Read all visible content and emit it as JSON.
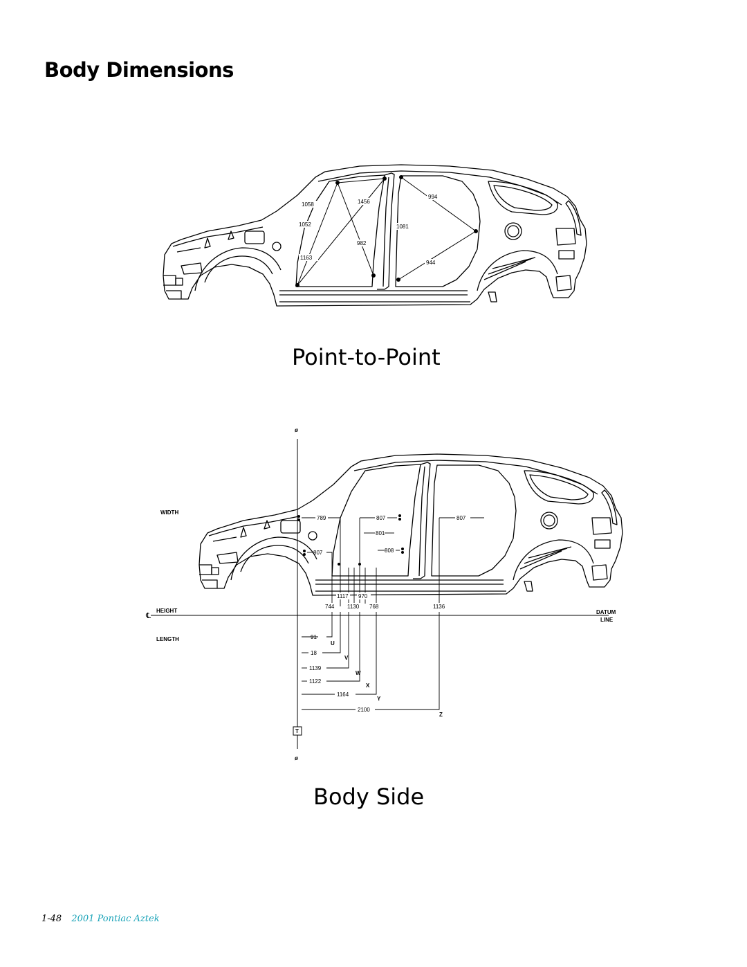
{
  "page": {
    "title": "Body Dimensions",
    "footer_page": "1-48",
    "footer_book": "2001 Pontiac Aztek"
  },
  "diagram1": {
    "caption": "Point-to-Point",
    "labels": {
      "d1058": "1058",
      "d1456": "1456",
      "d994": "994",
      "d1052": "1052",
      "d1081": "1081",
      "d982": "982",
      "d1163": "1163",
      "d944": "944"
    }
  },
  "diagram2": {
    "caption": "Body Side",
    "labels": {
      "phi_top": "ø",
      "phi_bottom": "ø",
      "t_box": "T",
      "width": "WIDTH",
      "height": "HEIGHT",
      "length": "LENGTH",
      "datum1": "DATUM",
      "datum2": "LINE",
      "w789": "789",
      "w807a": "807",
      "w807b": "807",
      "w801": "801",
      "w807c": "807",
      "w808": "808",
      "h1117": "1117",
      "h970": "970",
      "h744": "744",
      "h1130": "1130",
      "h768": "768",
      "h1136": "1136",
      "l91": "91",
      "lU": "U",
      "l18": "18",
      "lV": "V",
      "l1139": "1139",
      "lW": "W",
      "l1122": "1122",
      "lX": "X",
      "l1164": "1164",
      "lY": "Y",
      "l2100": "2100",
      "lZ": "Z"
    }
  }
}
